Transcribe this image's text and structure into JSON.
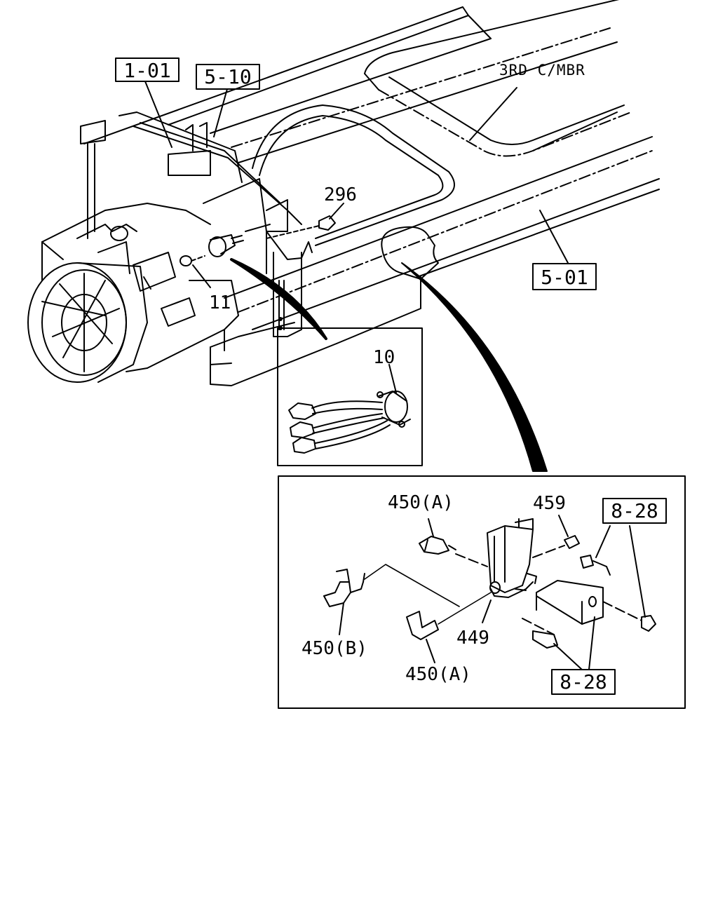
{
  "diagram": {
    "header_note": "3RD C/MBR",
    "refs": {
      "ref_1_01": "1-01",
      "ref_5_10": "5-10",
      "ref_5_01": "5-01",
      "ref_8_28_top": "8-28",
      "ref_8_28_bottom": "8-28"
    },
    "parts": {
      "p296": "296",
      "p11": "11",
      "p10": "10",
      "p450a_top": "450(A)",
      "p459": "459",
      "p449": "449",
      "p450b": "450(B)",
      "p450a_bottom": "450(A)"
    }
  }
}
